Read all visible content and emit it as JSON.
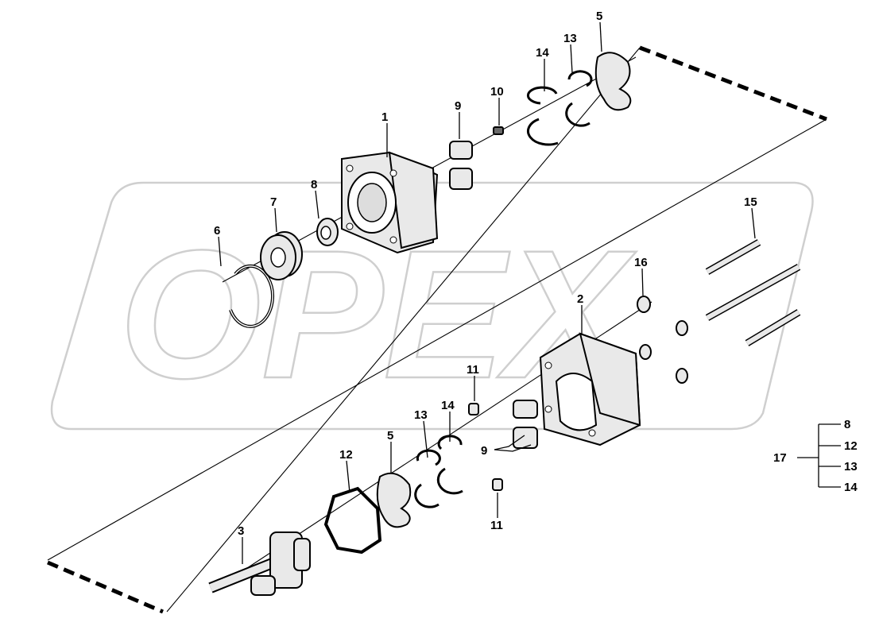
{
  "watermark": {
    "text": "OPEX"
  },
  "callouts": [
    {
      "id": "c1",
      "label": "1"
    },
    {
      "id": "c2",
      "label": "2"
    },
    {
      "id": "c3",
      "label": "3"
    },
    {
      "id": "c5a",
      "label": "5"
    },
    {
      "id": "c5b",
      "label": "5"
    },
    {
      "id": "c6",
      "label": "6"
    },
    {
      "id": "c7",
      "label": "7"
    },
    {
      "id": "c8",
      "label": "8"
    },
    {
      "id": "c9a",
      "label": "9"
    },
    {
      "id": "c9b",
      "label": "9"
    },
    {
      "id": "c10",
      "label": "10"
    },
    {
      "id": "c11a",
      "label": "11"
    },
    {
      "id": "c11b",
      "label": "11"
    },
    {
      "id": "c12",
      "label": "12"
    },
    {
      "id": "c13a",
      "label": "13"
    },
    {
      "id": "c13b",
      "label": "13"
    },
    {
      "id": "c14a",
      "label": "14"
    },
    {
      "id": "c14b",
      "label": "14"
    },
    {
      "id": "c15",
      "label": "15"
    },
    {
      "id": "c16",
      "label": "16"
    }
  ],
  "kit": {
    "label": "17",
    "items": [
      "8",
      "12",
      "13",
      "14"
    ]
  }
}
